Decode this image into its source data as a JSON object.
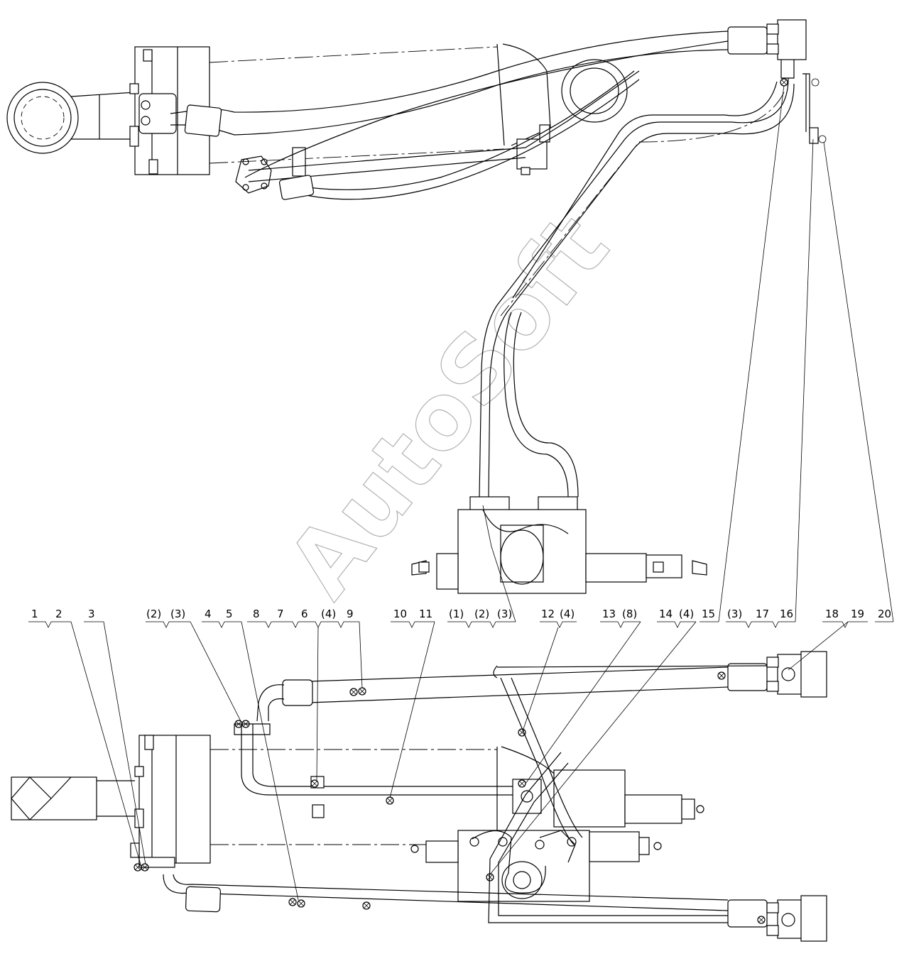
{
  "watermark": "AutoSoft",
  "callouts": {
    "c1": "1",
    "c2": "2",
    "c3": "3",
    "c_p2a": "(2)",
    "c_p3a": "(3)",
    "c4": "4",
    "c5": "5",
    "c8": "8",
    "c7": "7",
    "c6": "6",
    "c_p4a": "(4)",
    "c9": "9",
    "c10": "10",
    "c11": "11",
    "c_p1": "(1)",
    "c_p2b": "(2)",
    "c_p3b": "(3)",
    "c12": "12",
    "c_p4b": "(4)",
    "c13": "13",
    "c_p8": "(8)",
    "c14": "14",
    "c_p4c": "(4)",
    "c15": "15",
    "c_p3c": "(3)",
    "c17": "17",
    "c16": "16",
    "c18": "18",
    "c19": "19",
    "c20": "20"
  }
}
